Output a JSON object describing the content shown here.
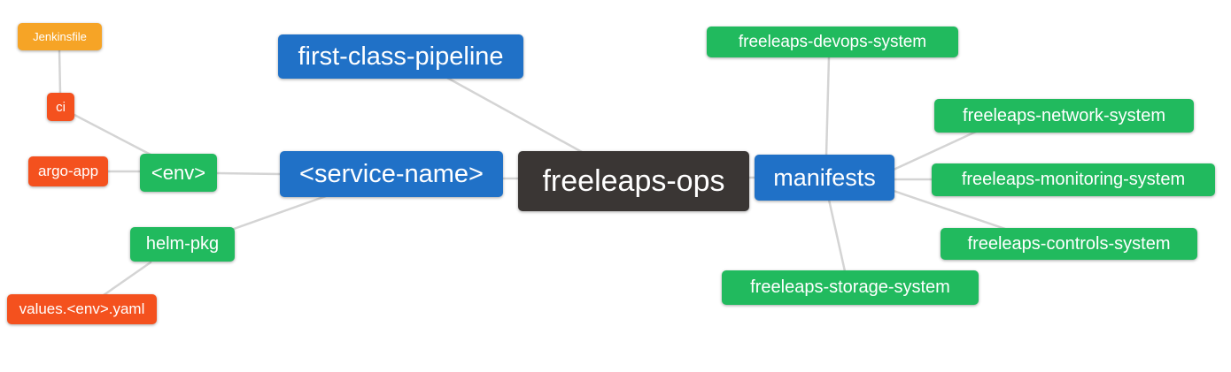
{
  "diagram": {
    "title": "freeleaps-ops mind map",
    "background_color": "#ffffff",
    "edge_color": "#d4d4d4",
    "text_color": "#ffffff",
    "palette": {
      "blue": "#2071c7",
      "green": "#21ba5e",
      "orange": "#f6a426",
      "red": "#f4511e",
      "dark": "#3a3634"
    },
    "nodes": [
      {
        "id": "jenkinsfile",
        "label": "Jenkinsfile",
        "color": "orange"
      },
      {
        "id": "ci",
        "label": "ci",
        "color": "red"
      },
      {
        "id": "argo-app",
        "label": "argo-app",
        "color": "red"
      },
      {
        "id": "env",
        "label": "<env>",
        "color": "green"
      },
      {
        "id": "first-class-pipeline",
        "label": "first-class-pipeline",
        "color": "blue"
      },
      {
        "id": "service-name",
        "label": "<service-name>",
        "color": "blue"
      },
      {
        "id": "freeleaps-ops",
        "label": "freeleaps-ops",
        "color": "dark"
      },
      {
        "id": "manifests",
        "label": "manifests",
        "color": "blue"
      },
      {
        "id": "helm-pkg",
        "label": "helm-pkg",
        "color": "green"
      },
      {
        "id": "values-env-yaml",
        "label": "values.<env>.yaml",
        "color": "red"
      },
      {
        "id": "freeleaps-devops-system",
        "label": "freeleaps-devops-system",
        "color": "green"
      },
      {
        "id": "freeleaps-network-system",
        "label": "freeleaps-network-system",
        "color": "green"
      },
      {
        "id": "freeleaps-monitoring-system",
        "label": "freeleaps-monitoring-system",
        "color": "green"
      },
      {
        "id": "freeleaps-controls-system",
        "label": "freeleaps-controls-system",
        "color": "green"
      },
      {
        "id": "freeleaps-storage-system",
        "label": "freeleaps-storage-system",
        "color": "green"
      }
    ],
    "edges": [
      {
        "from": "jenkinsfile",
        "to": "ci"
      },
      {
        "from": "ci",
        "to": "env"
      },
      {
        "from": "argo-app",
        "to": "env"
      },
      {
        "from": "env",
        "to": "service-name"
      },
      {
        "from": "helm-pkg",
        "to": "service-name"
      },
      {
        "from": "values-env-yaml",
        "to": "helm-pkg"
      },
      {
        "from": "first-class-pipeline",
        "to": "freeleaps-ops"
      },
      {
        "from": "service-name",
        "to": "freeleaps-ops"
      },
      {
        "from": "freeleaps-ops",
        "to": "manifests"
      },
      {
        "from": "manifests",
        "to": "freeleaps-devops-system"
      },
      {
        "from": "manifests",
        "to": "freeleaps-network-system"
      },
      {
        "from": "manifests",
        "to": "freeleaps-monitoring-system"
      },
      {
        "from": "manifests",
        "to": "freeleaps-controls-system"
      },
      {
        "from": "manifests",
        "to": "freeleaps-storage-system"
      }
    ]
  }
}
